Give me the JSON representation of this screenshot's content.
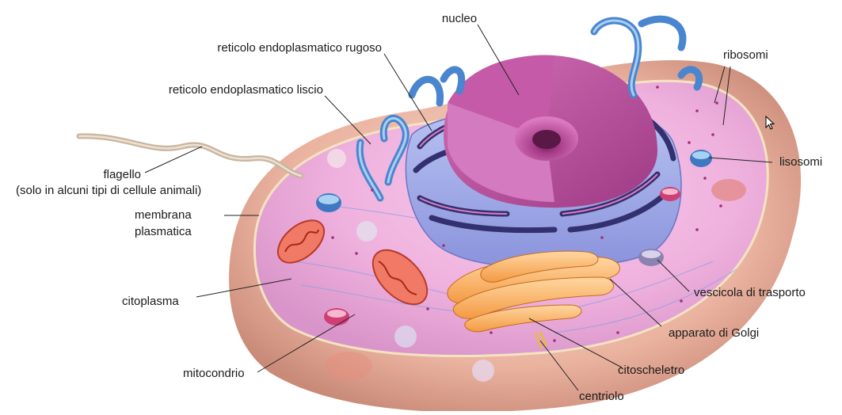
{
  "labels": {
    "nucleo": "nucleo",
    "rer": "reticolo endoplasmatico rugoso",
    "rel": "reticolo endoplasmatico liscio",
    "flagello": "flagello",
    "flagello_note": "(solo in alcuni tipi di cellule animali)",
    "membrana_1": "membrana",
    "membrana_2": "plasmatica",
    "citoplasma": "citoplasma",
    "mitocondrio": "mitocondrio",
    "ribosomi": "ribosomi",
    "lisosomi": "lisosomi",
    "vescicola": "vescicola di trasporto",
    "golgi": "apparato di Golgi",
    "citoscheletro": "citoscheletro",
    "centriolo": "centriolo"
  },
  "colors": {
    "cell_rim": "#e9b6a4",
    "cytoplasm": "#f2b8e0",
    "nucleus": "#c14b9b",
    "er_rough": "#3c3f86",
    "er_smooth": "#6aa0d6",
    "mitochondria": "#e85a4a",
    "golgi": "#f2a14d",
    "lysosome": "#4d87c4",
    "flagellum": "#cbb9a3"
  }
}
